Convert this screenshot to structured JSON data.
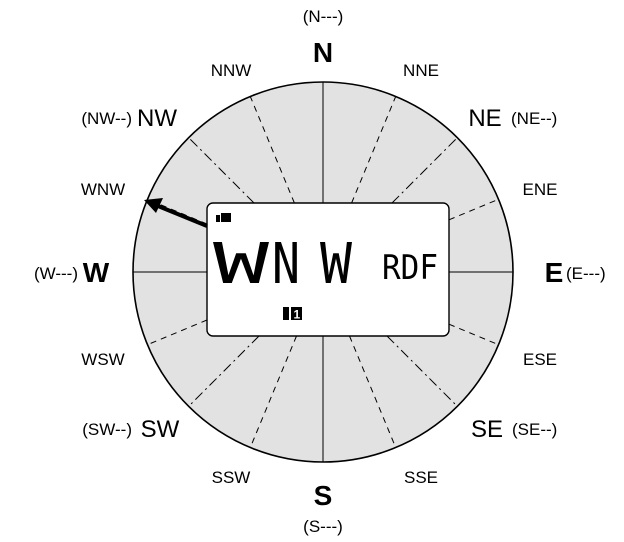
{
  "compass": {
    "major": {
      "n": "N",
      "e": "E",
      "s": "S",
      "w": "W"
    },
    "intercardinal": {
      "ne": "NE",
      "se": "SE",
      "sw": "SW",
      "nw": "NW"
    },
    "minor": {
      "nne": "NNE",
      "ene": "ENE",
      "ese": "ESE",
      "sse": "SSE",
      "ssw": "SSW",
      "wsw": "WSW",
      "wnw": "WNW",
      "nnw": "NNW"
    },
    "codes": {
      "n": "(N---)",
      "e": "(E---)",
      "s": "(S---)",
      "w": "(W---)",
      "ne": "(NE--)",
      "se": "(SE--)",
      "sw": "(SW--)",
      "nw": "(NW--)"
    }
  },
  "lcd": {
    "direction_chars": [
      "W",
      "N",
      "W"
    ],
    "mode_label": "RDF",
    "channel_indicator": "1"
  },
  "pointer": {
    "target": "WNW",
    "icon": "arrow-icon"
  }
}
